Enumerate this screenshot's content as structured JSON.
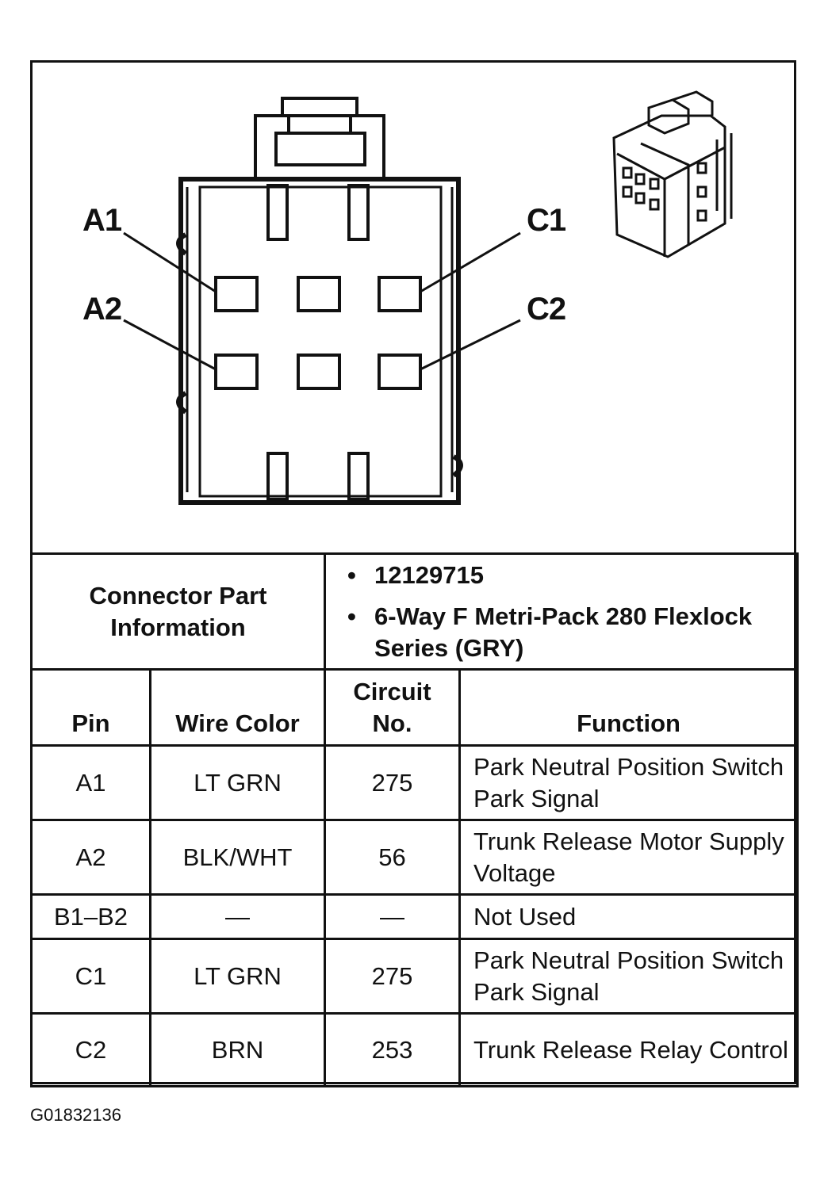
{
  "pin_labels": {
    "a1": "A1",
    "a2": "A2",
    "c1": "C1",
    "c2": "C2"
  },
  "connector_info": {
    "title": "Connector Part Information",
    "bullets": [
      "12129715",
      "6-Way F Metri-Pack 280 Flexlock Series (GRY)"
    ]
  },
  "table": {
    "headers": {
      "pin": "Pin",
      "wire_color": "Wire Color",
      "circuit_no": "Circuit No.",
      "function": "Function"
    },
    "rows": [
      {
        "pin": "A1",
        "wire_color": "LT GRN",
        "circuit_no": "275",
        "function": "Park Neutral Position Switch Park Signal"
      },
      {
        "pin": "A2",
        "wire_color": "BLK/WHT",
        "circuit_no": "56",
        "function": "Trunk Release Motor Supply Voltage"
      },
      {
        "pin": "B1–B2",
        "wire_color": "—",
        "circuit_no": "—",
        "function": "Not Used"
      },
      {
        "pin": "C1",
        "wire_color": "LT GRN",
        "circuit_no": "275",
        "function": "Park Neutral Position Switch Park Signal"
      },
      {
        "pin": "C2",
        "wire_color": "BRN",
        "circuit_no": "253",
        "function": "Trunk Release Relay Control"
      }
    ]
  },
  "figure_id": "G01832136"
}
